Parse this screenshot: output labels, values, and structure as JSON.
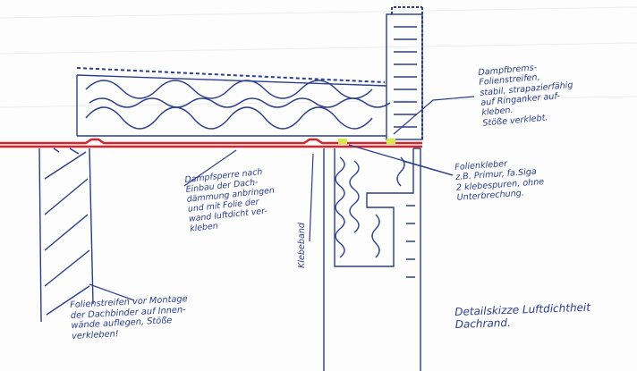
{
  "annotations": {
    "vapor_strip": "Dampfbrems-\nFolienstreifen,\nstabil, strapazierfähig\nauf Ringanker auf-\nkleben.\nStöße verklebt.",
    "vapor_barrier": "Dampfsperre nach\nEinbau der Dach-\ndämmung anbringen\nund mit Folie der\nwand luftdicht ver-\nkleben",
    "foil_adhesive": "Folienkleber\nz.B. Primur, fa.Siga\n2 klebespuren, ohne\nUnterbrechung.",
    "foil_strip_interior": "Folienstreifen vor Montage\nder Dachbinder auf Innen-\nwände auflegen, Stöße\nverkleben!",
    "title": "Detailskizze Luftdichtheit\nDachrand.",
    "tape": "Klebeband"
  },
  "colors": {
    "ink": "#2a3d8f",
    "barrier": "#d8232a",
    "adhesive": "#d6e84a",
    "grid": "#ececec"
  }
}
